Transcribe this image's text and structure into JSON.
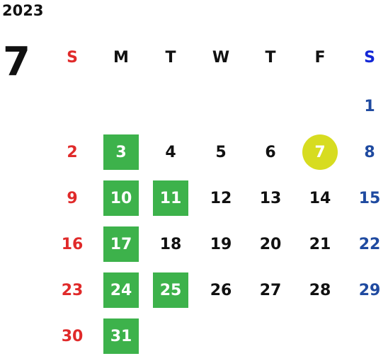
{
  "year": "2023",
  "month": "7",
  "weekdays": [
    "S",
    "M",
    "T",
    "W",
    "T",
    "F",
    "S"
  ],
  "weeks": [
    [
      null,
      null,
      null,
      null,
      null,
      null,
      {
        "day": "1"
      }
    ],
    [
      {
        "day": "2"
      },
      {
        "day": "3",
        "mark": "green"
      },
      {
        "day": "4"
      },
      {
        "day": "5"
      },
      {
        "day": "6"
      },
      {
        "day": "7",
        "mark": "circle"
      },
      {
        "day": "8"
      }
    ],
    [
      {
        "day": "9"
      },
      {
        "day": "10",
        "mark": "green"
      },
      {
        "day": "11",
        "mark": "green"
      },
      {
        "day": "12"
      },
      {
        "day": "13"
      },
      {
        "day": "14"
      },
      {
        "day": "15"
      }
    ],
    [
      {
        "day": "16"
      },
      {
        "day": "17",
        "mark": "green"
      },
      {
        "day": "18"
      },
      {
        "day": "19"
      },
      {
        "day": "20"
      },
      {
        "day": "21"
      },
      {
        "day": "22"
      }
    ],
    [
      {
        "day": "23"
      },
      {
        "day": "24",
        "mark": "green"
      },
      {
        "day": "25",
        "mark": "green"
      },
      {
        "day": "26"
      },
      {
        "day": "27"
      },
      {
        "day": "28"
      },
      {
        "day": "29"
      }
    ],
    [
      {
        "day": "30"
      },
      {
        "day": "31",
        "mark": "green"
      },
      null,
      null,
      null,
      null,
      null
    ]
  ],
  "colors": {
    "sunday": "#e02a2a",
    "saturday": "#1f4aa0",
    "saturday_header": "#1327d6",
    "highlight_green": "#3db24b",
    "highlight_circle": "#d7dc20"
  }
}
